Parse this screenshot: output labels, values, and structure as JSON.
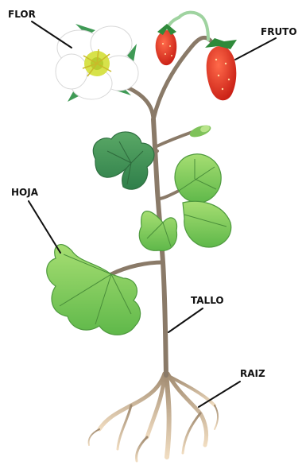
{
  "labels": {
    "flower": "FLOR",
    "fruit": "FRUTO",
    "leaf": "HOJA",
    "stem": "TALLO",
    "root": "RAIZ"
  },
  "colors": {
    "stem": "#8a7a68",
    "leaf_light": "#8ad05a",
    "leaf_dark": "#3f9a55",
    "strawberry": "#e23a2a",
    "petal": "#ffffff",
    "flower_center": "#d7e24a",
    "root": "#d8b88a"
  }
}
